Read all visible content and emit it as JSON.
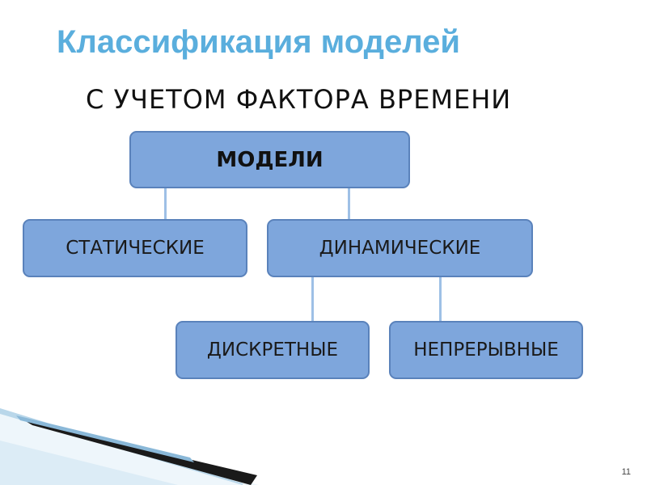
{
  "slide": {
    "title": "Классификация моделей",
    "subtitle": "С УЧЕТОМ ФАКТОРА ВРЕМЕНИ",
    "page_number": "11"
  },
  "diagram": {
    "root": "МОДЕЛИ",
    "level1": [
      "СТАТИЧЕСКИЕ",
      "ДИНАМИЧЕСКИЕ"
    ],
    "level2": [
      "ДИСКРЕТНЫЕ",
      "НЕПРЕРЫВНЫЕ"
    ]
  },
  "colors": {
    "title": "#5aaedd",
    "node_fill": "#7ea6dc",
    "node_border": "#5a82bb",
    "connector": "#9ec0e6"
  }
}
